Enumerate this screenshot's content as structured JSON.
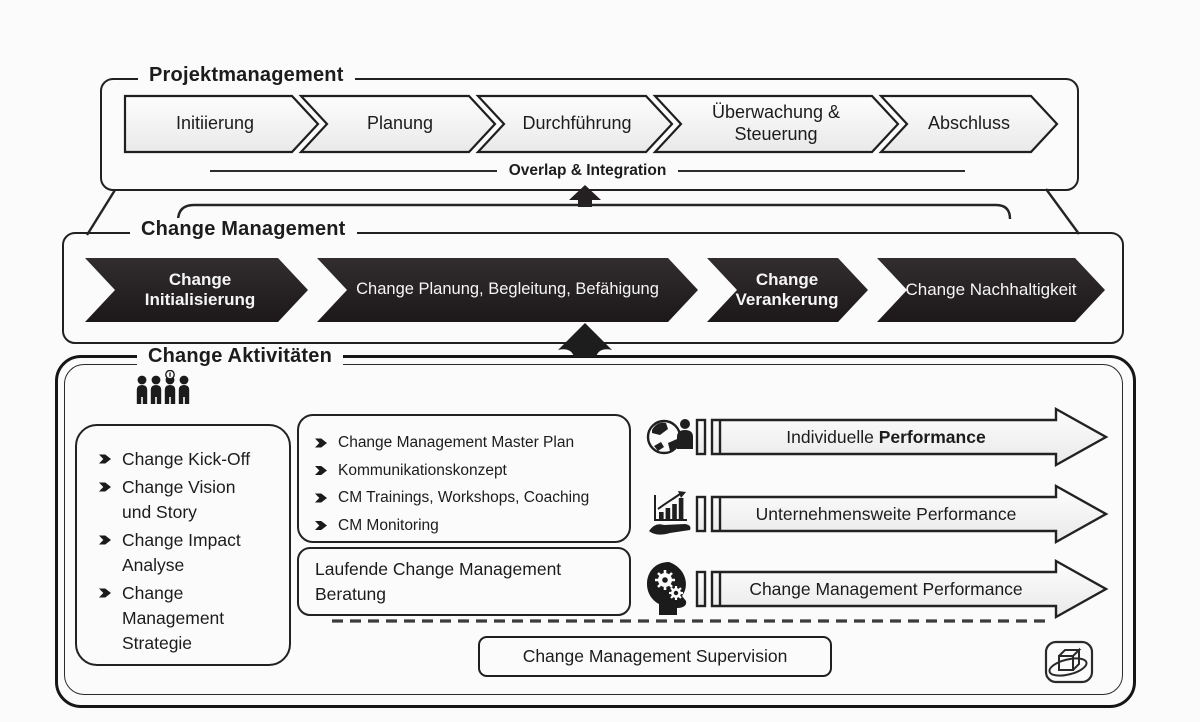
{
  "pm": {
    "title": "Projektmanagement",
    "overlap": "Overlap & Integration",
    "phases": [
      "Initiierung",
      "Planung",
      "Durchführung",
      "Überwachung & Steuerung",
      "Abschluss"
    ]
  },
  "cm": {
    "title": "Change Management",
    "phases": [
      "Change Initialisierung",
      "Change Planung, Begleitung, Befähigung",
      "Change Verankerung",
      "Change Nachhaltigkeit"
    ]
  },
  "ca": {
    "title": "Change Aktivitäten",
    "left_items": [
      "Change Kick-Off",
      "Change Vision und Story",
      "Change Impact Analyse",
      "Change Management Strategie"
    ],
    "plan_items": [
      "Change Management Master Plan",
      "Kommunikationskonzept",
      "CM Trainings, Workshops, Coaching",
      "CM Monitoring"
    ],
    "consulting": "Laufende Change Management Beratung",
    "performance": [
      {
        "icon": "globe-person-icon",
        "text": "Individuelle ",
        "bold": "Performance"
      },
      {
        "icon": "hand-chart-icon",
        "text": "Unternehmensweite Performance",
        "bold": ""
      },
      {
        "icon": "head-gears-icon",
        "text": "Change Management Performance",
        "bold": ""
      }
    ],
    "supervision": "Change Management Supervision"
  },
  "colors": {
    "ink": "#1f1f1f",
    "dark_fill": "#242021",
    "light_fill": "#f4f4f4",
    "background": "#fbfbfb"
  }
}
